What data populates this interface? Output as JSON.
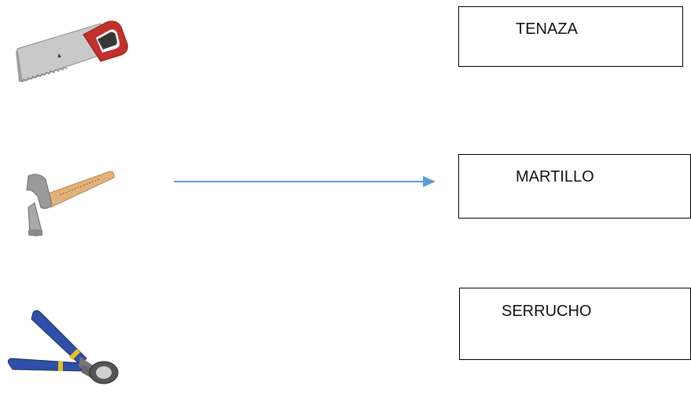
{
  "exercise": {
    "tools": [
      {
        "id": "saw",
        "icon": "saw-icon"
      },
      {
        "id": "hammer",
        "icon": "hammer-icon"
      },
      {
        "id": "pincers",
        "icon": "pincers-icon"
      }
    ],
    "words": [
      {
        "label": "TENAZA"
      },
      {
        "label": "MARTILLO"
      },
      {
        "label": "SERRUCHO"
      }
    ],
    "connection": {
      "from_tool": "hammer",
      "to_word": "MARTILLO"
    }
  },
  "colors": {
    "arrow": "#5b9bd5",
    "saw_handle": "#c4302b",
    "saw_blade": "#b5b5b5",
    "hammer_handle": "#e3b27a",
    "hammer_head": "#9a9a9a",
    "pincers_grip": "#2f4fa8",
    "pincers_band": "#e8c21c"
  }
}
